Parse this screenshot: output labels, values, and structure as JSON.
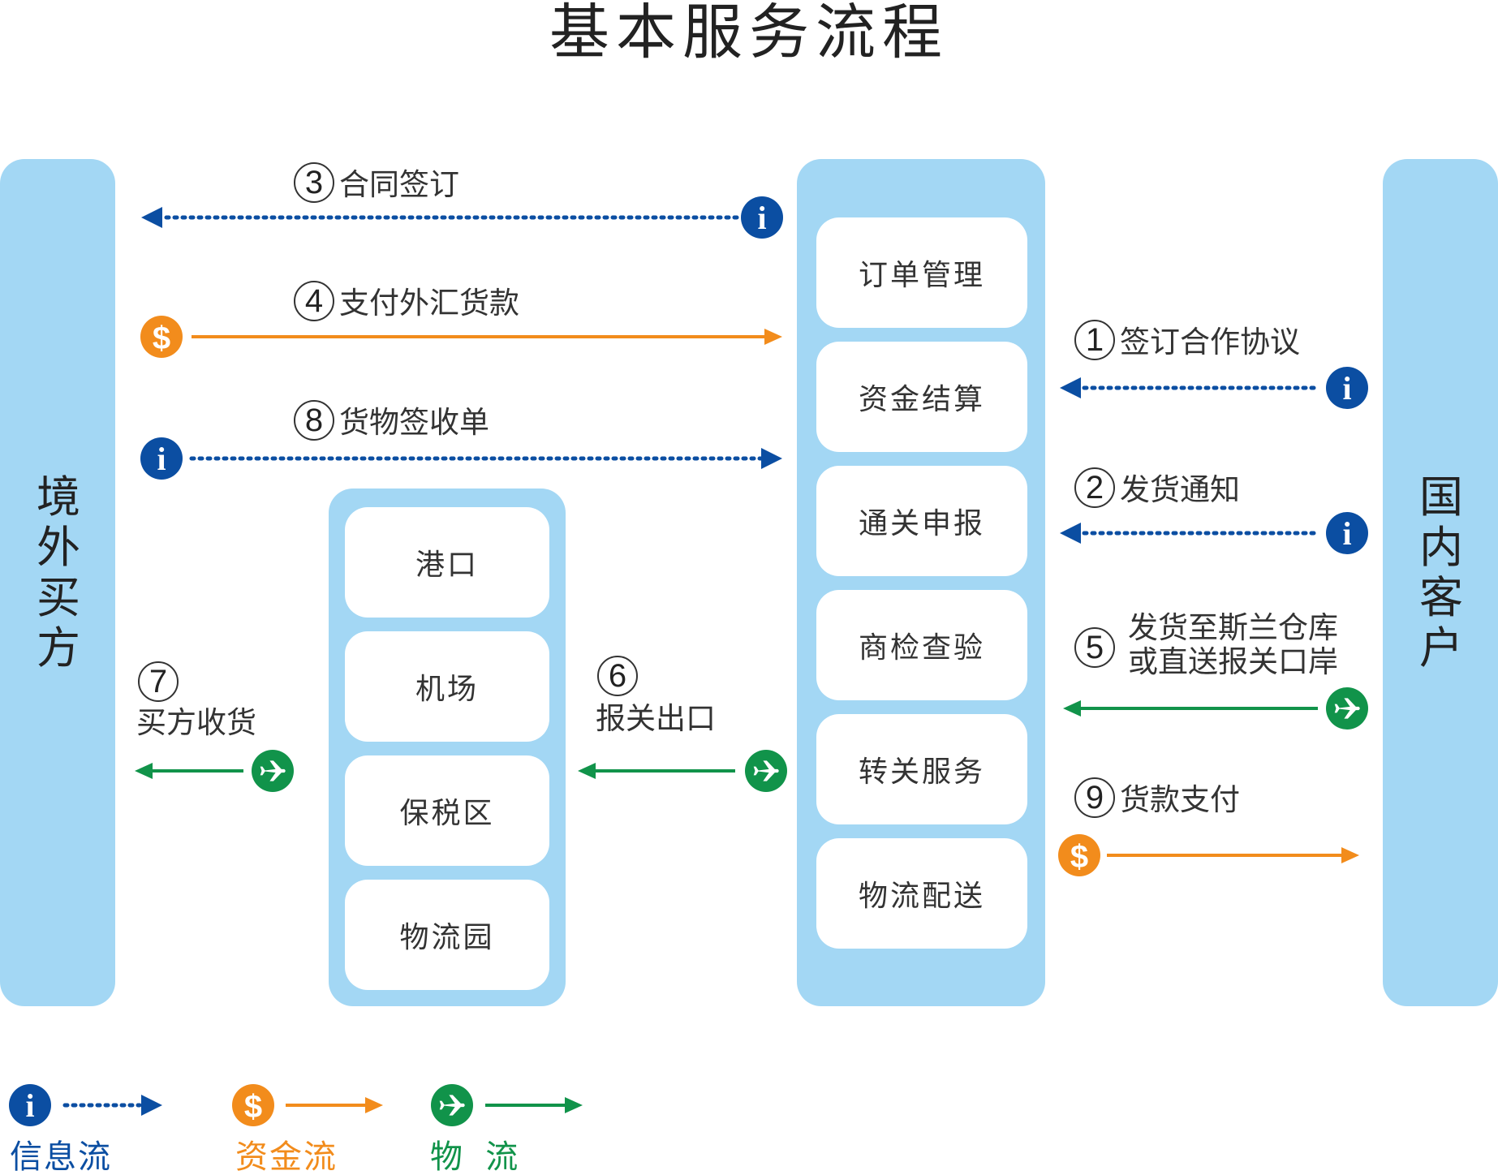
{
  "title": "基本服务流程",
  "columns": {
    "left": {
      "label": "境外买方"
    },
    "right": {
      "label": "国内客户"
    }
  },
  "service_boxes": [
    "订单管理",
    "资金结算",
    "通关申报",
    "商检查验",
    "转关服务",
    "物流配送"
  ],
  "port_boxes": [
    "港口",
    "机场",
    "保税区",
    "物流园"
  ],
  "steps": {
    "s1": {
      "num": "1",
      "text": "签订合作协议"
    },
    "s2": {
      "num": "2",
      "text": "发货通知"
    },
    "s3": {
      "num": "3",
      "text": "合同签订"
    },
    "s4": {
      "num": "4",
      "text": "支付外汇货款"
    },
    "s5": {
      "num": "5",
      "line1": "发货至斯兰仓库",
      "line2": "或直送报关口岸"
    },
    "s6": {
      "num": "6",
      "text": "报关出口"
    },
    "s7": {
      "num": "7",
      "text": "买方收货"
    },
    "s8": {
      "num": "8",
      "text": "货物签收单"
    },
    "s9": {
      "num": "9",
      "text": "货款支付"
    }
  },
  "legend": {
    "info": "信息流",
    "money": "资金流",
    "logistics": "物  流"
  },
  "icons": {
    "info": "i",
    "money": "$",
    "logistics": "airplane-icon"
  },
  "colors": {
    "info": "#0b4ea2",
    "money": "#f28c1c",
    "logistics": "#11934a",
    "pillar": "#a3d7f4"
  }
}
